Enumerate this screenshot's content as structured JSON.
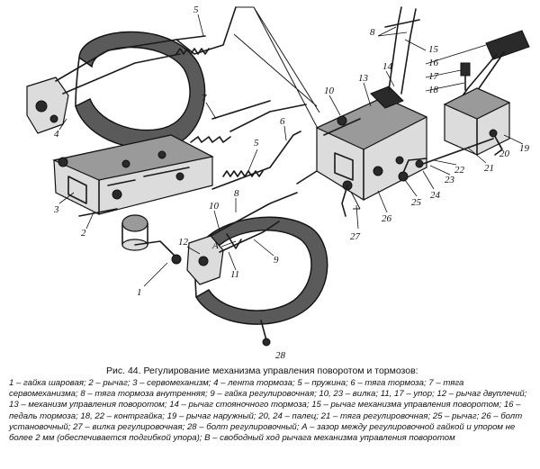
{
  "figure": {
    "callouts": [
      "5",
      "7",
      "6",
      "5",
      "8",
      "8",
      "15",
      "16",
      "17",
      "18",
      "14",
      "13",
      "10",
      "4",
      "3",
      "2",
      "1",
      "10",
      "12",
      "11",
      "9",
      "A",
      "28",
      "27",
      "26",
      "25",
      "24",
      "23",
      "22",
      "21",
      "20",
      "19",
      "7"
    ]
  },
  "caption": {
    "title": "Рис. 44. Регулирование механизма управления поворотом и тормозов:",
    "text": "1 – гайка шаровая; 2 – рычаг; 3 – сервомеханизм; 4 – лента тормоза; 5 – пружина; 6 – тяга тормоза; 7 – тяга сервомеханизма; 8 – тяга тормоза внутренняя; 9 – гайка регулировочная; 10, 23 – вилка; 11, 17 – упор; 12 – рычаг двуплечий; 13 – механизм управления поворотом; 14 – рычаг стояночного тормоза; 15 – рычаг механизма управления поворотом; 16 – педаль тормоза; 18, 22 – контргайка; 19 – рычаг наружный; 20, 24 – палец; 21 – тяга регулировочная; 25 – рычаг; 26 – болт установочный; 27 – вилка регулировочная; 28 – болт регулировочный; А – зазор между регулировочной гайкой и упором не более 2 мм (обеспечивается подгибкой упора); В – свободный ход рычага механизма управления поворотом"
  }
}
